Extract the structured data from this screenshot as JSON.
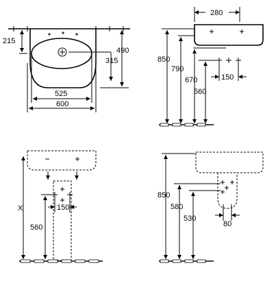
{
  "views": {
    "front_wall_hung": {
      "dims": {
        "height_215": "215",
        "height_490": "490",
        "height_315": "315",
        "width_525": "525",
        "width_600": "600"
      }
    },
    "side_wall_hung": {
      "dims": {
        "depth_280": "280",
        "height_850": "850",
        "height_790": "790",
        "height_670": "670",
        "height_560": "560",
        "spacing_150": "150"
      }
    },
    "front_pedestal": {
      "dims": {
        "height_x": "X",
        "height_560": "560",
        "spacing_150": "150"
      }
    },
    "side_semi_pedestal": {
      "dims": {
        "height_850": "850",
        "height_580": "580",
        "height_530": "530",
        "width_80": "80"
      }
    }
  }
}
